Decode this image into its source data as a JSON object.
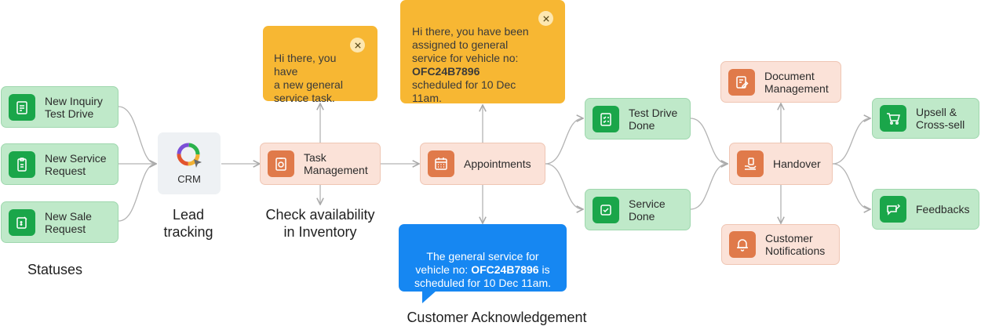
{
  "statuses": {
    "title": "Statuses",
    "items": [
      {
        "label": "New Inquiry\nTest Drive",
        "icon": "clipboard-icon"
      },
      {
        "label": "New Service\nRequest",
        "icon": "document-icon"
      },
      {
        "label": "New Sale\nRequest",
        "icon": "price-tag-icon"
      }
    ]
  },
  "crm": {
    "label": "CRM",
    "caption": "Lead\ntracking"
  },
  "task": {
    "label": "Task\nManagement",
    "caption": "Check availability\nin Inventory",
    "icon": "task-icon"
  },
  "task_bubble": {
    "text": "Hi there, you\nhave\na new general\nservice task."
  },
  "appointments": {
    "label": "Appointments",
    "icon": "calendar-icon"
  },
  "appointment_bubble": {
    "text_before": "Hi there, you have been\nassigned to general\nservice for vehicle no:\n",
    "vehicle": "OFC24B7896",
    "text_after": "\nscheduled for 10 Dec\n11am."
  },
  "customer_bubble": {
    "text_before": "The general service for\nvehicle no: ",
    "vehicle": "OFC24B7896",
    "text_after": " is\nscheduled for 10 Dec 11am.",
    "caption": "Customer Acknowledgement"
  },
  "test_drive": {
    "label": "Test Drive\nDone",
    "icon": "checklist-icon"
  },
  "service": {
    "label": "Service\nDone",
    "icon": "checkbox-icon"
  },
  "document": {
    "label": "Document\nManagement",
    "icon": "edit-document-icon"
  },
  "handover": {
    "label": "Handover",
    "icon": "handover-icon"
  },
  "notifications": {
    "label": "Customer\nNotifications",
    "icon": "bell-icon"
  },
  "upsell": {
    "label": "Upsell &\nCross-sell",
    "icon": "cart-icon"
  },
  "feedbacks": {
    "label": "Feedbacks",
    "icon": "feedback-icon"
  },
  "colors": {
    "green": "#1aa64a",
    "orange": "#e07a4a",
    "yellow": "#f7b733",
    "blue": "#1687f2"
  }
}
